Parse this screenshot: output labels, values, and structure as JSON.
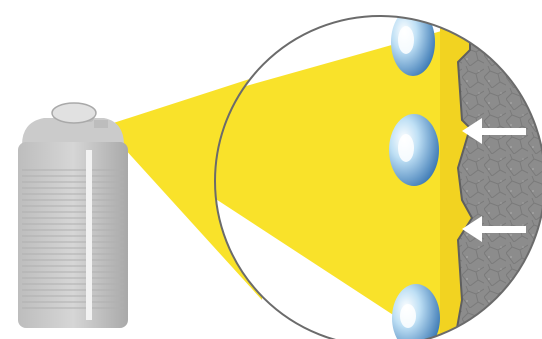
{
  "illustration": {
    "description_label": "",
    "colors": {
      "background": "#ffffff",
      "spray": "#f9e22a",
      "spray_dark": "#e2c51a",
      "can_body": "#c9c9c9",
      "can_stripe": "#b5b5b5",
      "can_cap": "#d8d8d8",
      "magnifier_border": "#6b6b6b",
      "surface": "#8f8f8f",
      "surface_dark": "#6f6f6f",
      "droplet_blue": "#3d7fc0",
      "droplet_light": "#cfe6f6",
      "arrow": "#ffffff"
    },
    "elements": {
      "can": "spray-can",
      "beam": "spray-beam",
      "magnifier": "magnifier-circle",
      "droplets": [
        "droplet-top",
        "droplet-middle",
        "droplet-bottom"
      ],
      "arrows": [
        "arrow-upper",
        "arrow-lower"
      ]
    }
  }
}
